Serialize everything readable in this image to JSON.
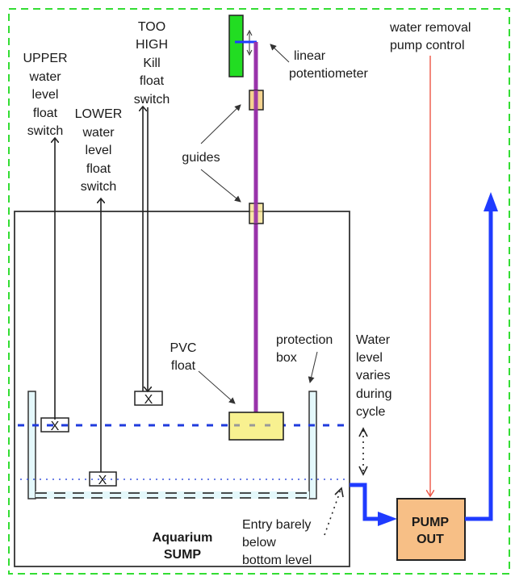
{
  "diagram": {
    "title": "Aquarium sump water level control",
    "colors": {
      "boundary": "#33dd33",
      "sump_outline": "#333333",
      "potentiometer": "#22dd22",
      "rod": "#9933aa",
      "guide": "#f5e08a",
      "float": "#f8f190",
      "pump": "#f7bf86",
      "flow": "#1f3bff",
      "control_line": "#ee5544",
      "protection_box": "#e4f8fb",
      "water_level": "#1f3bdd"
    },
    "labels": {
      "upper_switch": [
        "UPPER",
        "water",
        "level",
        "float",
        "switch"
      ],
      "lower_switch": [
        "LOWER",
        "water",
        "level",
        "float",
        "switch"
      ],
      "kill_switch": [
        "TOO",
        "HIGH",
        "Kill",
        "float",
        "switch"
      ],
      "guides": "guides",
      "linear_potentiometer": [
        "linear",
        "potentiometer"
      ],
      "pump_control": [
        "water removal",
        "pump control"
      ],
      "pvc_float": [
        "PVC",
        "float"
      ],
      "protection_box": [
        "protection",
        "box"
      ],
      "water_level_varies": [
        "Water",
        "level",
        "varies",
        "during",
        "cycle"
      ],
      "entry": [
        "Entry barely",
        "below",
        "bottom level"
      ],
      "sump": [
        "Aquarium",
        "SUMP"
      ],
      "pump": [
        "PUMP",
        "OUT"
      ]
    }
  }
}
